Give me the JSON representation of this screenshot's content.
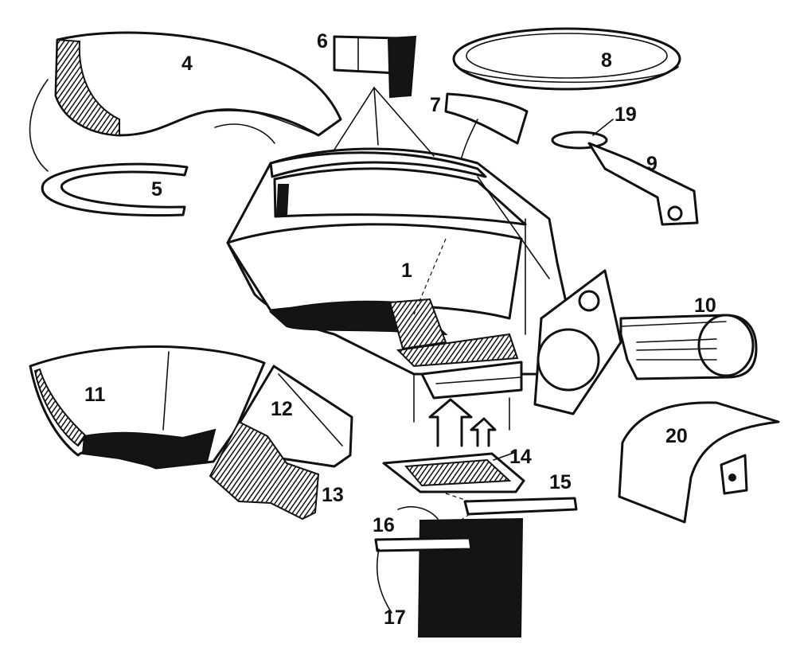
{
  "labels": {
    "l1": "1",
    "l4": "4",
    "l5": "5",
    "l6": "6",
    "l7": "7",
    "l8": "8",
    "l9": "9",
    "l10": "10",
    "l11": "11",
    "l12": "12",
    "l13": "13",
    "l14": "14",
    "l15": "15",
    "l16": "16",
    "l17": "17",
    "l19": "19",
    "l20": "20"
  },
  "style": {
    "ink": "#111111",
    "paper": "#ffffff"
  }
}
